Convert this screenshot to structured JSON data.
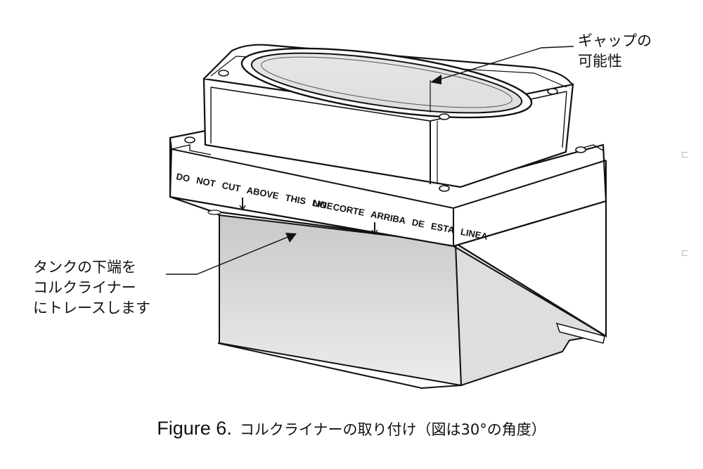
{
  "callouts": {
    "gap_possibility": [
      "ギャップの",
      "可能性"
    ],
    "trace_tank_bottom": [
      "タンクの下端を",
      "コルクライナー",
      "にトレースします"
    ]
  },
  "flange_text": {
    "english": [
      "DO",
      "NOT",
      "CUT",
      "ABOVE",
      "THIS",
      "LINE"
    ],
    "spanish": [
      "NO",
      "CORTE",
      "ARRIBA",
      "DE",
      "ESTA",
      "LINEA"
    ]
  },
  "caption": {
    "label": "Figure 6.",
    "text": "コルクライナーの取り付け（図は30°の角度）"
  }
}
